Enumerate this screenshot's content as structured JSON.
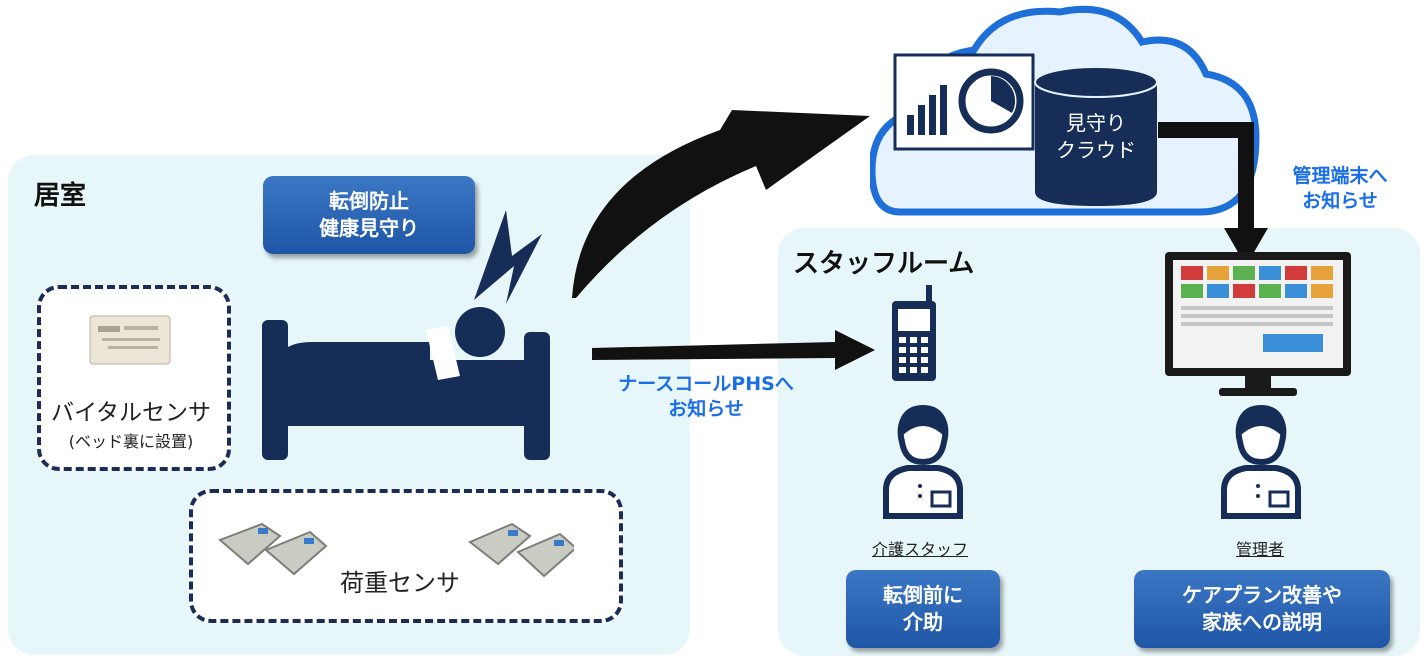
{
  "room": {
    "title": "居室",
    "badge": "転倒防止\n健康見守り"
  },
  "vital_sensor": {
    "name": "バイタルセンサ",
    "note": "(ベッド裏に設置)"
  },
  "load_sensor": {
    "name": "荷重センサ"
  },
  "cloud": {
    "db_label": "見守り\nクラウド"
  },
  "to_terminal": "管理端末へ\nお知らせ",
  "to_phs": "ナースコールPHSへ\nお知らせ",
  "staff_room": {
    "title": "スタッフルーム"
  },
  "caregiver": {
    "label": "介護スタッフ",
    "action": "転倒前に\n介助"
  },
  "manager": {
    "label": "管理者",
    "action": "ケアプラン改善や\n家族への説明"
  },
  "colors": {
    "navy": "#152d57",
    "panel": "#e7f6f8",
    "button": "#2a63b3",
    "accent_text": "#1a6ee6",
    "cloud_border": "#1f6fd8"
  }
}
